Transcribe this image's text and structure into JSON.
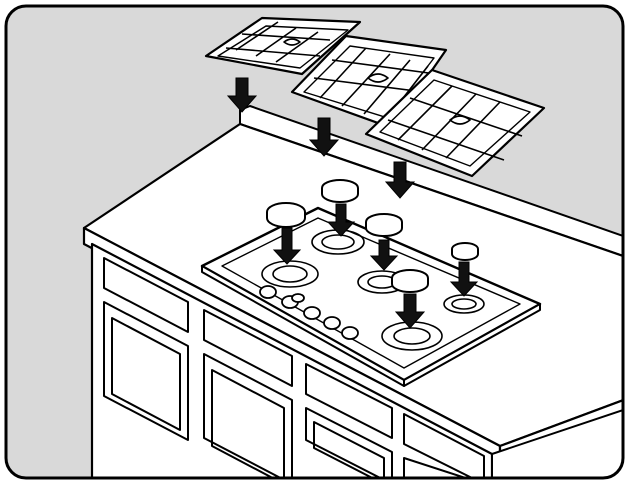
{
  "figure": {
    "kind": "installation-illustration",
    "step": "place-grates-and-burner-caps",
    "grates": [
      {
        "name": "left-grate"
      },
      {
        "name": "center-grate"
      },
      {
        "name": "right-grate"
      }
    ],
    "burner_caps": [
      {
        "name": "rear-left-cap"
      },
      {
        "name": "front-left-cap"
      },
      {
        "name": "center-cap"
      },
      {
        "name": "center-front-cap"
      },
      {
        "name": "right-cap"
      }
    ],
    "control_knob_count": 6,
    "colors": {
      "line": "#000000",
      "background": "#d9d9d9",
      "counter": "#ffffff",
      "frame": "#000000"
    }
  }
}
